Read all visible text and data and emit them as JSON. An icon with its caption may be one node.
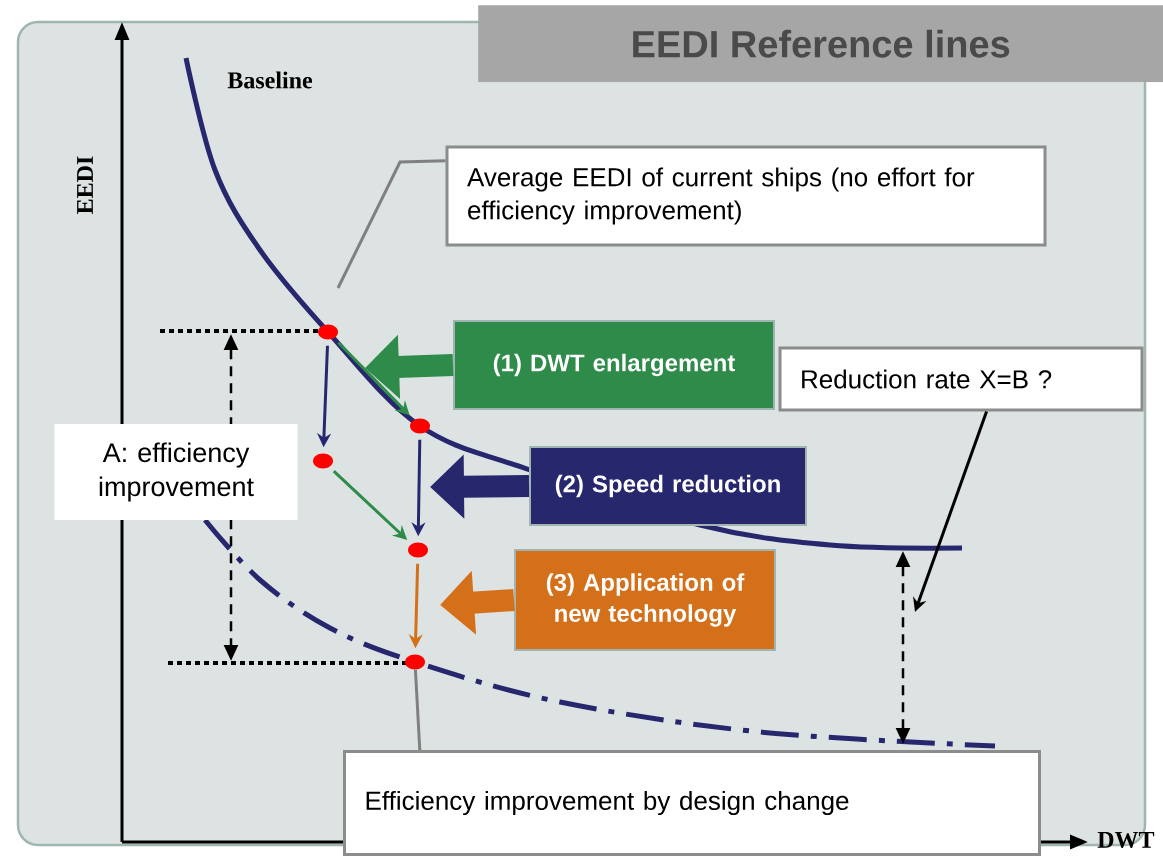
{
  "diagram": {
    "title": "EEDI Reference lines",
    "nodes": [
      {
        "text": [
          "Average EEDI of current ships (no effort for efficiency improvement)"
        ]
      },
      {
        "text": [
          "(1) DWT enlargement"
        ]
      },
      {
        "text": [
          "Reduction rate X=B ?"
        ]
      },
      {
        "text": [
          "A: efficiency improvement"
        ]
      },
      {
        "text": [
          "(2) Speed reduction"
        ]
      },
      {
        "text": [
          "(3) Application of new technology"
        ]
      },
      {
        "text": [
          "Efficiency improvement by design change"
        ]
      },
      {
        "text": [],
        "shape": "circle"
      },
      {
        "text": [],
        "shape": "circle"
      },
      {
        "text": [],
        "shape": "circle"
      },
      {
        "text": [],
        "shape": "circle"
      },
      {
        "text": [],
        "shape": "circle"
      }
    ],
    "edges": [
      {
        "from": 0,
        "to": null,
        "arrow": "none",
        "color": "#808080"
      },
      {
        "from": 1,
        "to": null,
        "arrow": "to",
        "style": "thick",
        "color": "#2e8b4a"
      },
      {
        "from": 4,
        "to": null,
        "arrow": "to",
        "style": "thick",
        "color": "#27276e"
      },
      {
        "from": 5,
        "to": null,
        "arrow": "to",
        "style": "thick",
        "color": "#d5701a"
      },
      {
        "from": 2,
        "to": null,
        "arrow": "to",
        "color": "#000000"
      },
      {
        "from": 6,
        "to": 11,
        "arrow": "none",
        "color": "#808080"
      },
      {
        "from": 7,
        "to": 9,
        "arrow": "to",
        "color": "#27276e"
      },
      {
        "from": 7,
        "to": 8,
        "arrow": "to",
        "color": "#2e8b4a"
      },
      {
        "from": 9,
        "to": 10,
        "arrow": "to",
        "color": "#2e8b4a"
      },
      {
        "from": 8,
        "to": 10,
        "arrow": "to",
        "color": "#27276e"
      },
      {
        "from": 10,
        "to": 11,
        "arrow": "to",
        "color": "#d5701a"
      }
    ],
    "labels": [
      "Baseline",
      "EEDI",
      "DWT"
    ]
  }
}
